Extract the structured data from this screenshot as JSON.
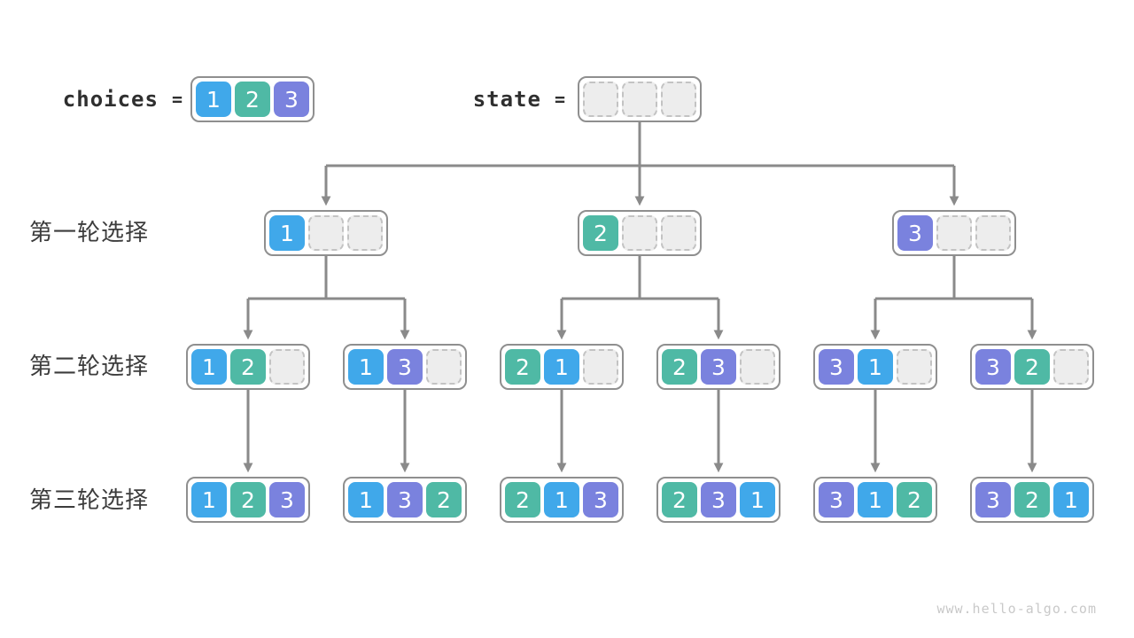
{
  "header": {
    "choices_label": "choices",
    "state_label": "state",
    "equals": "=",
    "choices_values": [
      "1",
      "2",
      "3"
    ],
    "state_values": []
  },
  "palette": {
    "1": "#40a8ea",
    "2": "#4fb9a5",
    "3": "#7a82de"
  },
  "slots_per_state": 3,
  "rows": [
    {
      "label": "第一轮选择",
      "nodes": [
        [
          "1"
        ],
        [
          "2"
        ],
        [
          "3"
        ]
      ]
    },
    {
      "label": "第二轮选择",
      "nodes": [
        [
          "1",
          "2"
        ],
        [
          "1",
          "3"
        ],
        [
          "2",
          "1"
        ],
        [
          "2",
          "3"
        ],
        [
          "3",
          "1"
        ],
        [
          "3",
          "2"
        ]
      ]
    },
    {
      "label": "第三轮选择",
      "nodes": [
        [
          "1",
          "2",
          "3"
        ],
        [
          "1",
          "3",
          "2"
        ],
        [
          "2",
          "1",
          "3"
        ],
        [
          "2",
          "3",
          "1"
        ],
        [
          "3",
          "1",
          "2"
        ],
        [
          "3",
          "2",
          "1"
        ]
      ]
    }
  ],
  "colors": {
    "line": "#8a8a8a",
    "node_border": "#8f8f8f",
    "empty_cell": "#ededed",
    "label_text": "#3c3c3c"
  },
  "watermark": "www.hello-algo.com"
}
